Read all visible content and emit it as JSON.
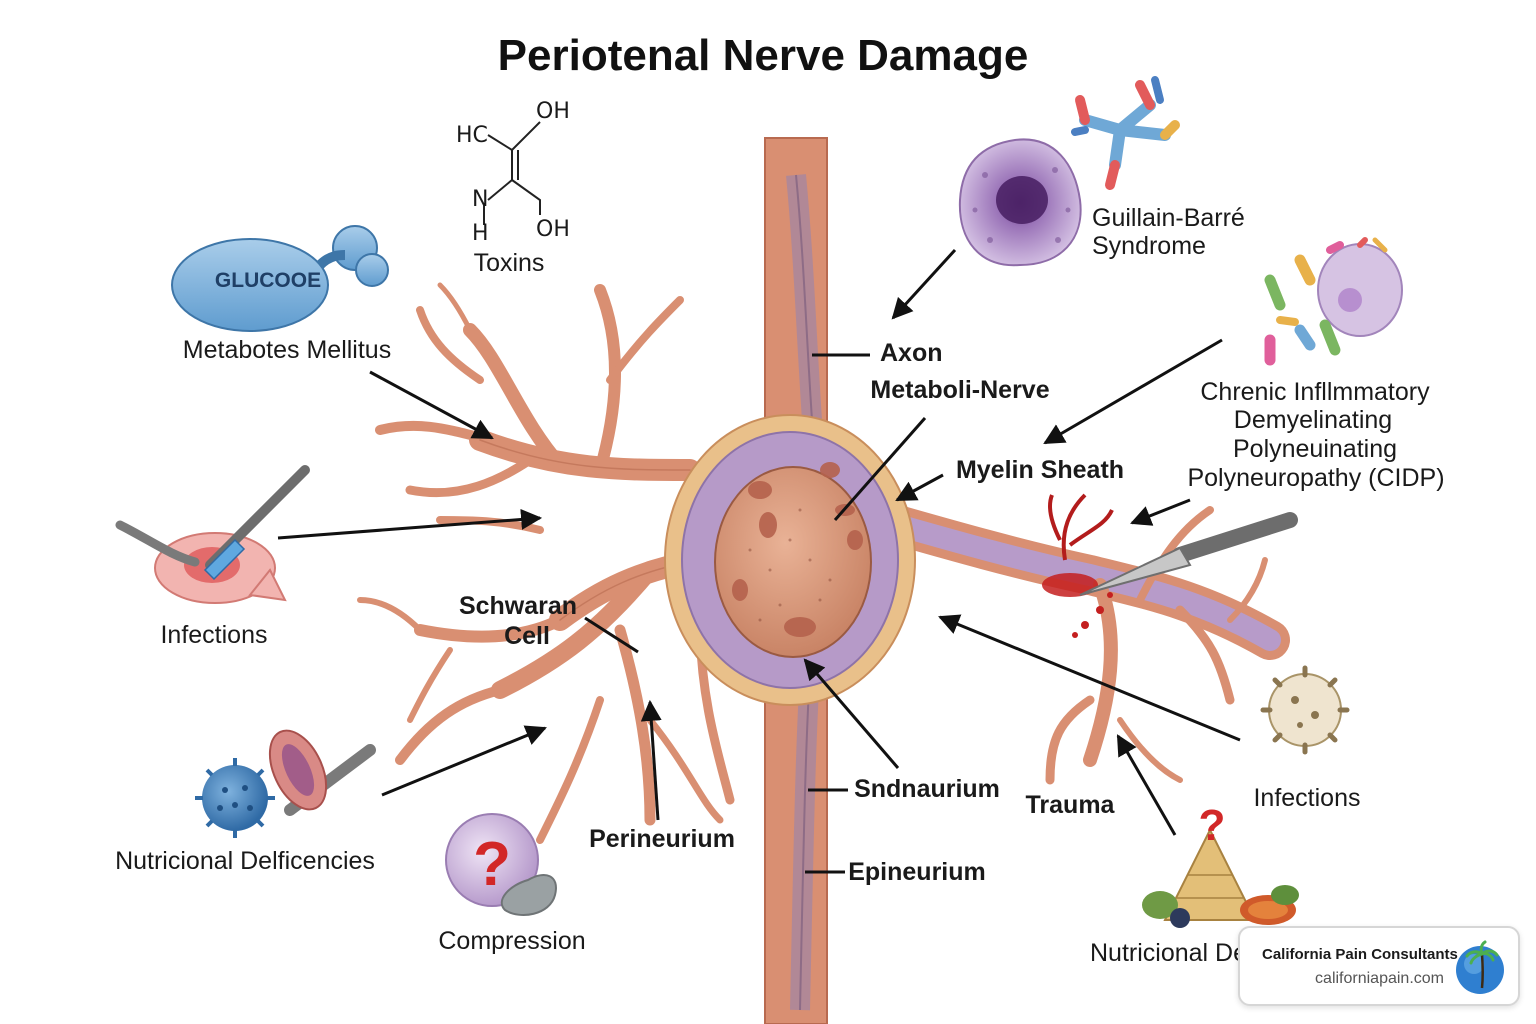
{
  "title": "Periotenal Nerve Damage",
  "causes": {
    "toxins": "Toxins",
    "glucose_blob": "GLUCOOE",
    "metabotes": "Metabotes Mellitus",
    "infections_left": "Infections",
    "nutricional_left": "Nutricional Delficencies",
    "compression": "Compression",
    "guillain_line1": "Guillain-Barré",
    "guillain_line2": "Syndrome",
    "cidp_line1": "Chrenic Infllmmatory",
    "cidp_line2": "Demyelinating",
    "cidp_line3": "Polyneuinating",
    "cidp_line4": "Polyneuropathy (CIDP)",
    "infections_right": "Infections",
    "trauma": "Trauma",
    "nutricional_right": "Nutricional De"
  },
  "chemical": {
    "hc": "HC",
    "oh_top": "OH",
    "n": "N",
    "h": "H",
    "oh_bottom": "OH"
  },
  "anatomy": {
    "axon": "Axon",
    "metaboli_nerve": "Metaboli-Nerve",
    "myelin": "Myelin Sheath",
    "schwann_line1": "Schwaran",
    "schwann_line2": "Cell",
    "perineurium": "Perineurium",
    "sndnaurium": "Sndnaurium",
    "epineurium": "Epineurium"
  },
  "question_mark": "?",
  "credit": {
    "name": "California Pain Consultants",
    "url": "californiapain.com"
  }
}
